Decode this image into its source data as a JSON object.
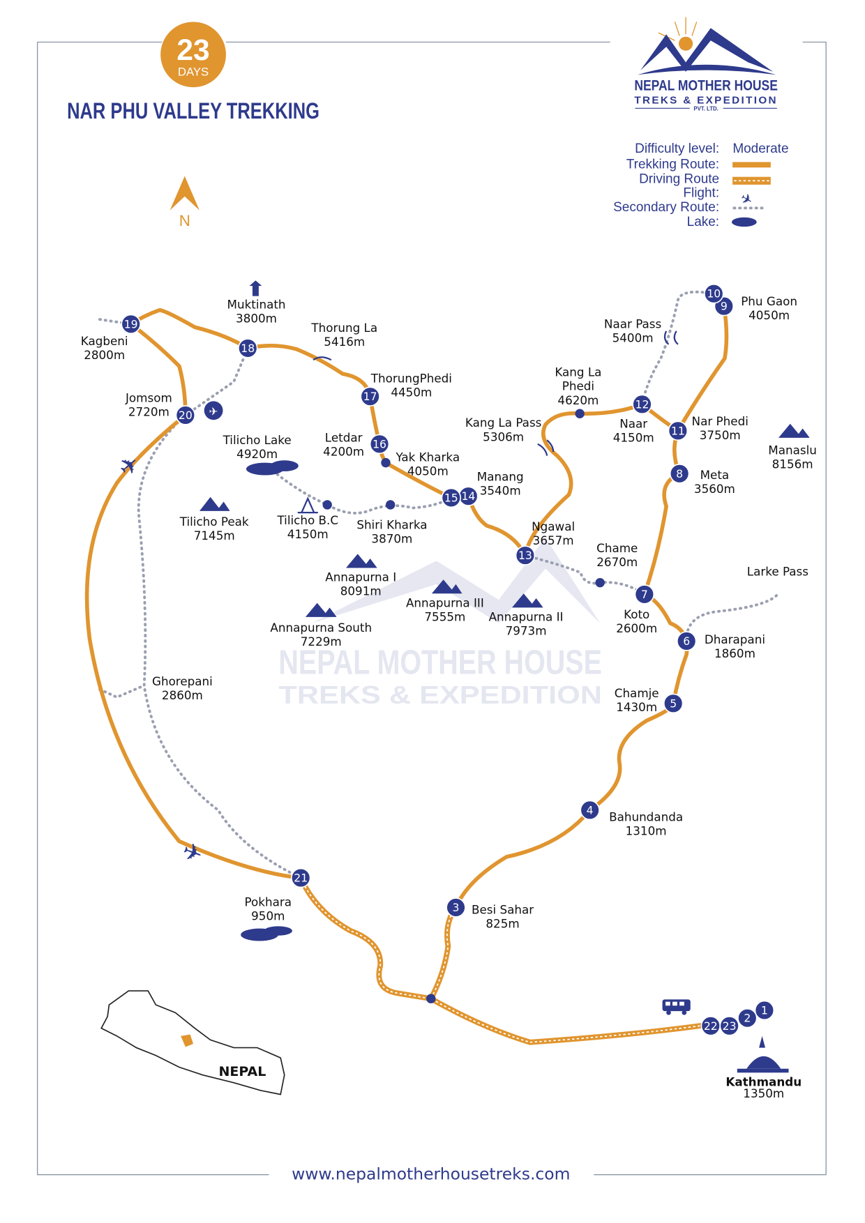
{
  "header": {
    "days_number": "23",
    "days_label": "DAYS",
    "title": "NAR PHU VALLEY TREKKING",
    "north": "N"
  },
  "logo": {
    "line1": "NEPAL MOTHER HOUSE",
    "line2": "TREKS & EXPEDITION",
    "line3": "PVT. LTD."
  },
  "legend": {
    "difficulty_label": "Difficulty level:",
    "difficulty_value": "Moderate",
    "trekking": "Trekking Route:",
    "driving": "Driving Route",
    "flight": "Flight:",
    "secondary": "Secondary Route:",
    "lake": "Lake:"
  },
  "colors": {
    "route": "#e0952f",
    "navy": "#2e3a8c",
    "secondary": "#9a9fb0"
  },
  "places": {
    "muktinath": [
      "Muktinath",
      "3800m"
    ],
    "thorungla": [
      "Thorung La",
      "5416m"
    ],
    "kagbeni": [
      "Kagbeni",
      "2800m"
    ],
    "jomsom": [
      "Jomsom",
      "2720m"
    ],
    "thorungphedi": [
      "ThorungPhedi",
      "4450m"
    ],
    "tilicholake": [
      "Tilicho Lake",
      "4920m"
    ],
    "letdar": [
      "Letdar",
      "4200m"
    ],
    "yakkharka": [
      "Yak Kharka",
      "4050m"
    ],
    "manang": [
      "Manang",
      "3540m"
    ],
    "tilichobc": [
      "Tilicho B.C",
      "4150m"
    ],
    "shirikharka": [
      "Shiri Kharka",
      "3870m"
    ],
    "tilichopeak": [
      "Tilicho Peak",
      "7145m"
    ],
    "naarpass": [
      "Naar Pass",
      "5400m"
    ],
    "phugaon": [
      "Phu Gaon",
      "4050m"
    ],
    "kanglaphedi": [
      "Kang La",
      "Phedi",
      "4620m"
    ],
    "kanglapass": [
      "Kang La Pass",
      "5306m"
    ],
    "naar": [
      "Naar",
      "4150m"
    ],
    "narphedi": [
      "Nar Phedi",
      "3750m"
    ],
    "manaslu": [
      "Manaslu",
      "8156m"
    ],
    "meta": [
      "Meta",
      "3560m"
    ],
    "ngawal": [
      "Ngawal",
      "3657m"
    ],
    "chame": [
      "Chame",
      "2670m"
    ],
    "larkepass": [
      "Larke Pass"
    ],
    "koto": [
      "Koto",
      "2600m"
    ],
    "dharapani": [
      "Dharapani",
      "1860m"
    ],
    "annapurna1": [
      "Annapurna I",
      "8091m"
    ],
    "annapurna3": [
      "Annapurna III",
      "7555m"
    ],
    "annapurna2": [
      "Annapurna II",
      "7973m"
    ],
    "annapurnasouth": [
      "Annapurna South",
      "7229m"
    ],
    "chamje": [
      "Chamje",
      "1430m"
    ],
    "ghorepani": [
      "Ghorepani",
      "2860m"
    ],
    "bahundanda": [
      "Bahundanda",
      "1310m"
    ],
    "pokhara": [
      "Pokhara",
      "950m"
    ],
    "besisahar": [
      "Besi Sahar",
      "825m"
    ],
    "kathmandu": [
      "Kathmandu",
      "1350m"
    ]
  },
  "markers": [
    "1",
    "2",
    "3",
    "4",
    "5",
    "6",
    "7",
    "8",
    "9",
    "10",
    "11",
    "12",
    "13",
    "14",
    "15",
    "16",
    "17",
    "18",
    "19",
    "20",
    "21",
    "22",
    "23"
  ],
  "inset": {
    "country": "NEPAL"
  },
  "footer": {
    "website": "www.nepalmotherhousetreks.com"
  }
}
